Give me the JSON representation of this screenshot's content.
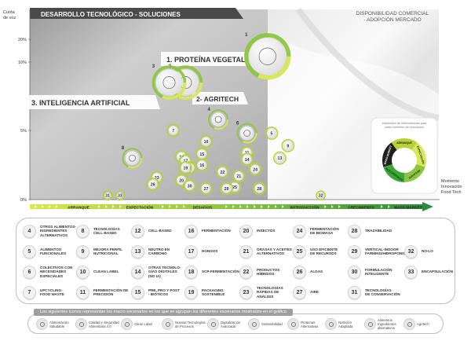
{
  "header": {
    "title": "DESARROLLO TECNOLÓGICO - SOLUCIONES",
    "right_title_line1": "DISPONIBILIDAD COMERCIAL",
    "right_title_line2": "- ADOPCIÓN MERCADO"
  },
  "axes": {
    "y_title_line1": "Cuota",
    "y_title_line2": "de voz",
    "x_title_line1": "Momento",
    "x_title_line2": "Innovación",
    "x_title_line3": "Food Tech"
  },
  "callouts": {
    "c1": "1. PROTEÍNA VEGETAL",
    "c2": "2- AGRITECH",
    "c3": "3. INTELIGENCIA ARTIFICIAL"
  },
  "donut": {
    "caption_line1": "Imposición de informaciones para",
    "caption_line2": "cada momento de innovación",
    "segments": [
      {
        "label": "ARRANQUE",
        "color": "#b5d334"
      },
      {
        "label": "EXPECTACIÓN",
        "color": "#d7e85a"
      },
      {
        "label": "DESAFÍOS",
        "color": "#8cc63f"
      },
      {
        "label": "INTRODUCCIÓN",
        "color": "#39a935"
      },
      {
        "label": "MASS MARKET",
        "color": "#1f1f1f"
      }
    ]
  },
  "chart_data": {
    "type": "scatter",
    "title": "DESARROLLO TECNOLÓGICO - SOLUCIONES",
    "ylabel": "Cuota de voz",
    "xlabel": "Momento Innovación Food Tech",
    "yticks": [
      "0%",
      "5%",
      "10%",
      "20%"
    ],
    "phases": [
      "ARRANQUE",
      "EXPECTACIÓN",
      "DESAFIOS",
      "INTRODUCCIÓN",
      "CRECIMIENTO",
      "MASS MARKET"
    ],
    "points": [
      {
        "id": "1",
        "phase_pos": 0.58,
        "share": 12.5,
        "size": "xl"
      },
      {
        "id": "2",
        "phase_pos": 0.38,
        "share": 8.5,
        "size": "l"
      },
      {
        "id": "3",
        "phase_pos": 0.34,
        "share": 8.5,
        "size": "l"
      },
      {
        "id": "4",
        "phase_pos": 0.46,
        "share": 5.8,
        "size": "m"
      },
      {
        "id": "5",
        "phase_pos": 0.59,
        "share": 4.8,
        "size": "s"
      },
      {
        "id": "6",
        "phase_pos": 0.53,
        "share": 4.8,
        "size": "m"
      },
      {
        "id": "7",
        "phase_pos": 0.35,
        "share": 5.0,
        "size": "s"
      },
      {
        "id": "8",
        "phase_pos": 0.25,
        "share": 3.0,
        "size": "m"
      },
      {
        "id": "9",
        "phase_pos": 0.63,
        "share": 3.9,
        "size": "s"
      },
      {
        "id": "10",
        "phase_pos": 0.43,
        "share": 4.2,
        "size": "s"
      },
      {
        "id": "11",
        "phase_pos": 0.53,
        "share": 3.4,
        "size": "s"
      },
      {
        "id": "12",
        "phase_pos": 0.37,
        "share": 3.1,
        "size": "s"
      },
      {
        "id": "13",
        "phase_pos": 0.61,
        "share": 3.0,
        "size": "s"
      },
      {
        "id": "14",
        "phase_pos": 0.53,
        "share": 2.9,
        "size": "s"
      },
      {
        "id": "15",
        "phase_pos": 0.42,
        "share": 3.3,
        "size": "s"
      },
      {
        "id": "16",
        "phase_pos": 0.42,
        "share": 2.5,
        "size": "s"
      },
      {
        "id": "17",
        "phase_pos": 0.38,
        "share": 2.8,
        "size": "s"
      },
      {
        "id": "18",
        "phase_pos": 0.39,
        "share": 2.3,
        "size": "s"
      },
      {
        "id": "19",
        "phase_pos": 0.38,
        "share": 2.3,
        "size": "s"
      },
      {
        "id": "20",
        "phase_pos": 0.37,
        "share": 1.4,
        "size": "s"
      },
      {
        "id": "21",
        "phase_pos": 0.51,
        "share": 1.7,
        "size": "s"
      },
      {
        "id": "22",
        "phase_pos": 0.47,
        "share": 2.0,
        "size": "s"
      },
      {
        "id": "23",
        "phase_pos": 0.31,
        "share": 1.6,
        "size": "s"
      },
      {
        "id": "24",
        "phase_pos": 0.55,
        "share": 2.2,
        "size": "s"
      },
      {
        "id": "25",
        "phase_pos": 0.5,
        "share": 0.9,
        "size": "s"
      },
      {
        "id": "26",
        "phase_pos": 0.3,
        "share": 1.1,
        "size": "s"
      },
      {
        "id": "27",
        "phase_pos": 0.43,
        "share": 0.8,
        "size": "s"
      },
      {
        "id": "28",
        "phase_pos": 0.56,
        "share": 0.8,
        "size": "s"
      },
      {
        "id": "29",
        "phase_pos": 0.48,
        "share": 0.8,
        "size": "s"
      },
      {
        "id": "30",
        "phase_pos": 0.39,
        "share": 1.0,
        "size": "s"
      },
      {
        "id": "31",
        "phase_pos": 0.19,
        "share": 0.3,
        "size": "xs"
      },
      {
        "id": "32",
        "phase_pos": 0.71,
        "share": 0.3,
        "size": "xs"
      },
      {
        "id": "33",
        "phase_pos": 0.22,
        "share": 0.3,
        "size": "xs"
      }
    ]
  },
  "legend": [
    {
      "n": "4",
      "label": "OTROS ALIMENTOS-\nINGREDIENTES\nALTERNATIVOS"
    },
    {
      "n": "8",
      "label": "TECNOLOGÍAS\nCELL-BASED"
    },
    {
      "n": "12",
      "label": "CELL-BASED"
    },
    {
      "n": "16",
      "label": "FERMENTACIÓN"
    },
    {
      "n": "20",
      "label": "INSECTOS"
    },
    {
      "n": "24",
      "label": "FERMENTACIÓN\nDE BIOMASA"
    },
    {
      "n": "28",
      "label": "TRAZABILIDAD"
    },
    {
      "n": "5",
      "label": "ALIMENTOS\nFUNCIONALES"
    },
    {
      "n": "9",
      "label": "MEJORA PERFIL\nNUTRICIONAL"
    },
    {
      "n": "13",
      "label": "NEUTRO EN\nCARBONO"
    },
    {
      "n": "17",
      "label": "HONGOS"
    },
    {
      "n": "21",
      "label": "GRASAS Y ACEITES\nALTERNATIVOS"
    },
    {
      "n": "25",
      "label": "USO EFICIENTE\nDE RECURSOS"
    },
    {
      "n": "29",
      "label": "VERTICAL-INDOOR\nFARMING/HIDROPONICS"
    },
    {
      "n": "32",
      "label": "NO-LO"
    },
    {
      "n": "6",
      "label": "COLECTIVOS CON\nNECESIDADES\nESPECIALES"
    },
    {
      "n": "10",
      "label": "CLEAN LABEL"
    },
    {
      "n": "14",
      "label": "OTRAS TECNOLO-\nGÍAS DIGITALES\n(NO IA)"
    },
    {
      "n": "18",
      "label": "SCP-FERMENTACIÓN"
    },
    {
      "n": "22",
      "label": "PRODUCTOS\nHÍBRIDOS"
    },
    {
      "n": "26",
      "label": "ALGAS"
    },
    {
      "n": "30",
      "label": "FORMULACIÓN\nINTELIGENTE"
    },
    {
      "n": "33",
      "label": "ENCAPSULACIÓN"
    },
    {
      "n": "7",
      "label": "UPCYCLING-\nFOOD WASTE"
    },
    {
      "n": "11",
      "label": "FERMENTACIÓN DE\nPRECISIÓN"
    },
    {
      "n": "15",
      "label": "PRE, PRO Y POST\n- BIÓTICOS"
    },
    {
      "n": "19",
      "label": "PACKAGING\nSOSTENIBLE"
    },
    {
      "n": "23",
      "label": "TECNOLOGÍAS\nRÁPIDAS DE\nANÁLISIS"
    },
    {
      "n": "27",
      "label": "AIRE"
    },
    {
      "n": "31",
      "label": "TECNOLOGÍAS\nDE CONSERVACIÓN"
    }
  ],
  "icons_bar": {
    "title": "Los siguientes iconos representan los macro escenarios en los que se agrupan los diferentes escenarios mostrados en el gráfico",
    "items": [
      {
        "icon": "leaf-apple-icon",
        "label": "Alimentación\nSaludable"
      },
      {
        "icon": "quality-shield-icon",
        "label": "Calidad y Seguridad\nAlimentaria 4.0"
      },
      {
        "icon": "label-tag-icon",
        "label": "Clean Label"
      },
      {
        "icon": "process-gears-icon",
        "label": "Nuevas Tecnologías\nde Procesos"
      },
      {
        "icon": "digital-circuit-icon",
        "label": "Digitalización\nAvanzada"
      },
      {
        "icon": "recycle-icon",
        "label": "Sostenibilidad"
      },
      {
        "icon": "protein-icon",
        "label": "Proteínas\nAlternativas"
      },
      {
        "icon": "nutrition-icon",
        "label": "Nutrición\nAdaptada"
      },
      {
        "icon": "ingredients-icon",
        "label": "Alimentos\nIngredientes\nalternativos"
      },
      {
        "icon": "sprout-icon",
        "label": "Agritech"
      }
    ]
  }
}
